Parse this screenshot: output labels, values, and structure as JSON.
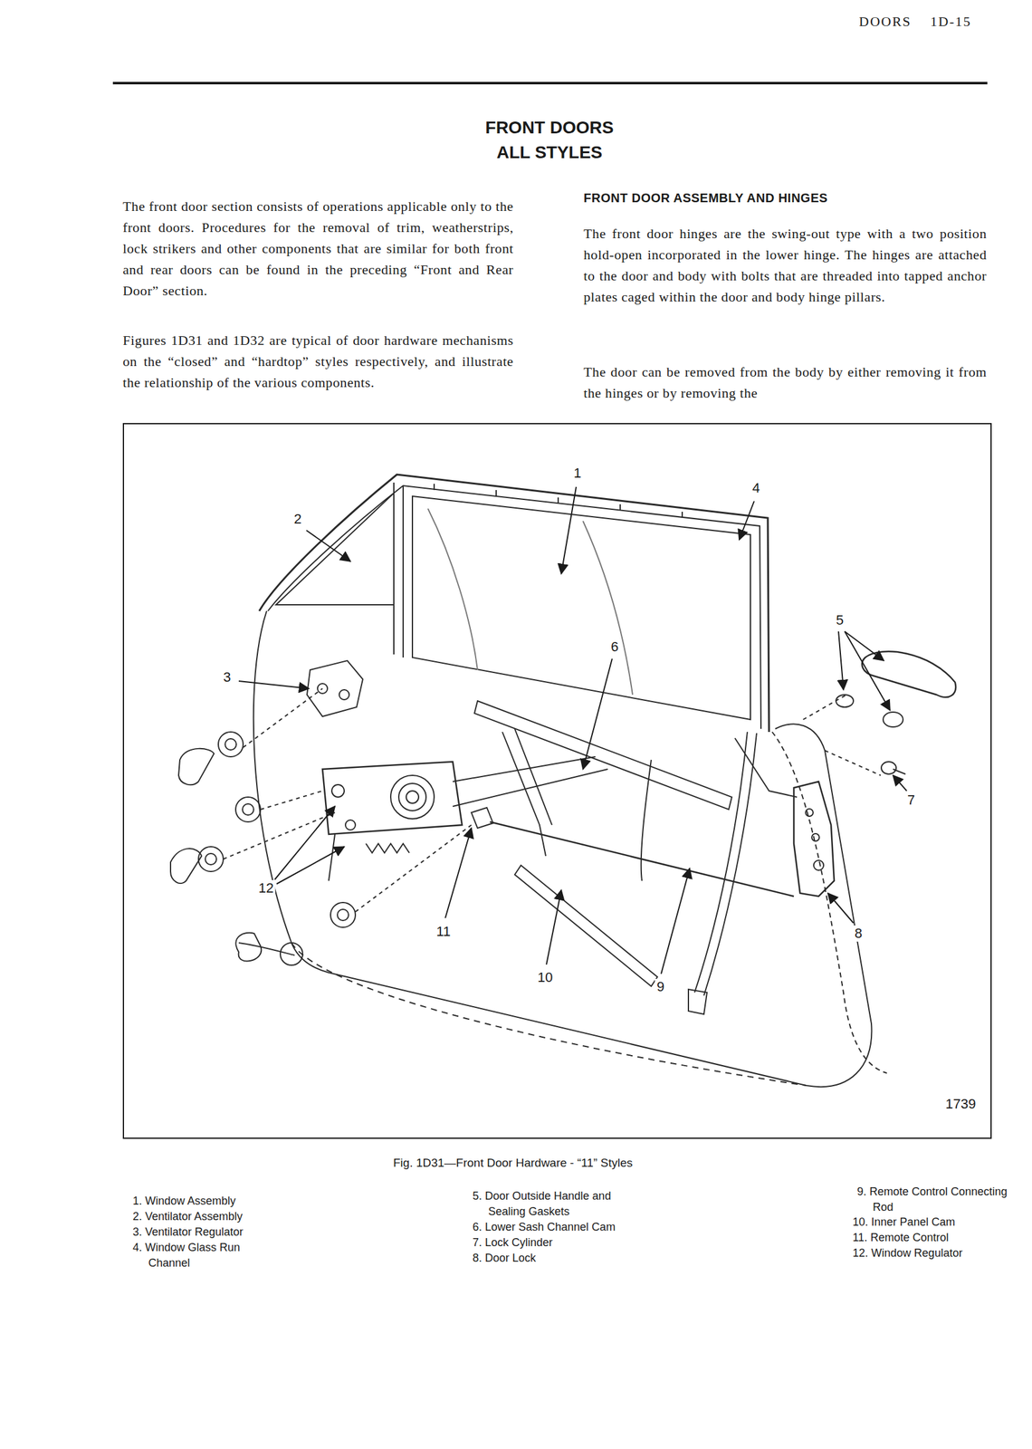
{
  "diagram": {
    "title": "FRONT DOORS ALL STYLES",
    "caption": "Fig. 1D31—Front Door Hardware - “11” Styles",
    "labels": [
      "DOORS",
      "1D-15",
      "The front door section consists of operations applicable only to the front doors. Procedures for the removal of trim, weatherstrips, lock strikers and other components that are similar for both front and rear doors can be found in the preceding “Front and Rear Door” section.",
      "Figures 1D31 and 1D32 are typical of door hardware mechanisms on the “closed” and “hardtop” styles respectively, and illustrate the relationship of the various components.",
      "FRONT DOOR ASSEMBLY AND HINGES",
      "The front door hinges are the swing-out type with a two position hold-open incorporated in the lower hinge. The hinges are attached to the door and body with bolts that are threaded into tapped anchor plates caged within the door and body hinge pillars.",
      "The door can be removed from the body by either removing it from the hinges or by removing the",
      "1",
      "2",
      "3",
      "4",
      "5",
      "6",
      "7",
      "8",
      "9",
      "10",
      "11",
      "12",
      "1739",
      "1. Window Assembly",
      "2. Ventilator Assembly",
      "3. Ventilator Regulator",
      "4. Window Glass Run Channel",
      "5. Door Outside Handle and Sealing Gaskets",
      "6. Lower Sash Channel Cam",
      "7. Lock Cylinder",
      "8. Door Lock",
      "9. Remote Control Connecting Rod",
      "10. Inner Panel Cam",
      "11. Remote Control",
      "12. Window Regulator"
    ]
  }
}
